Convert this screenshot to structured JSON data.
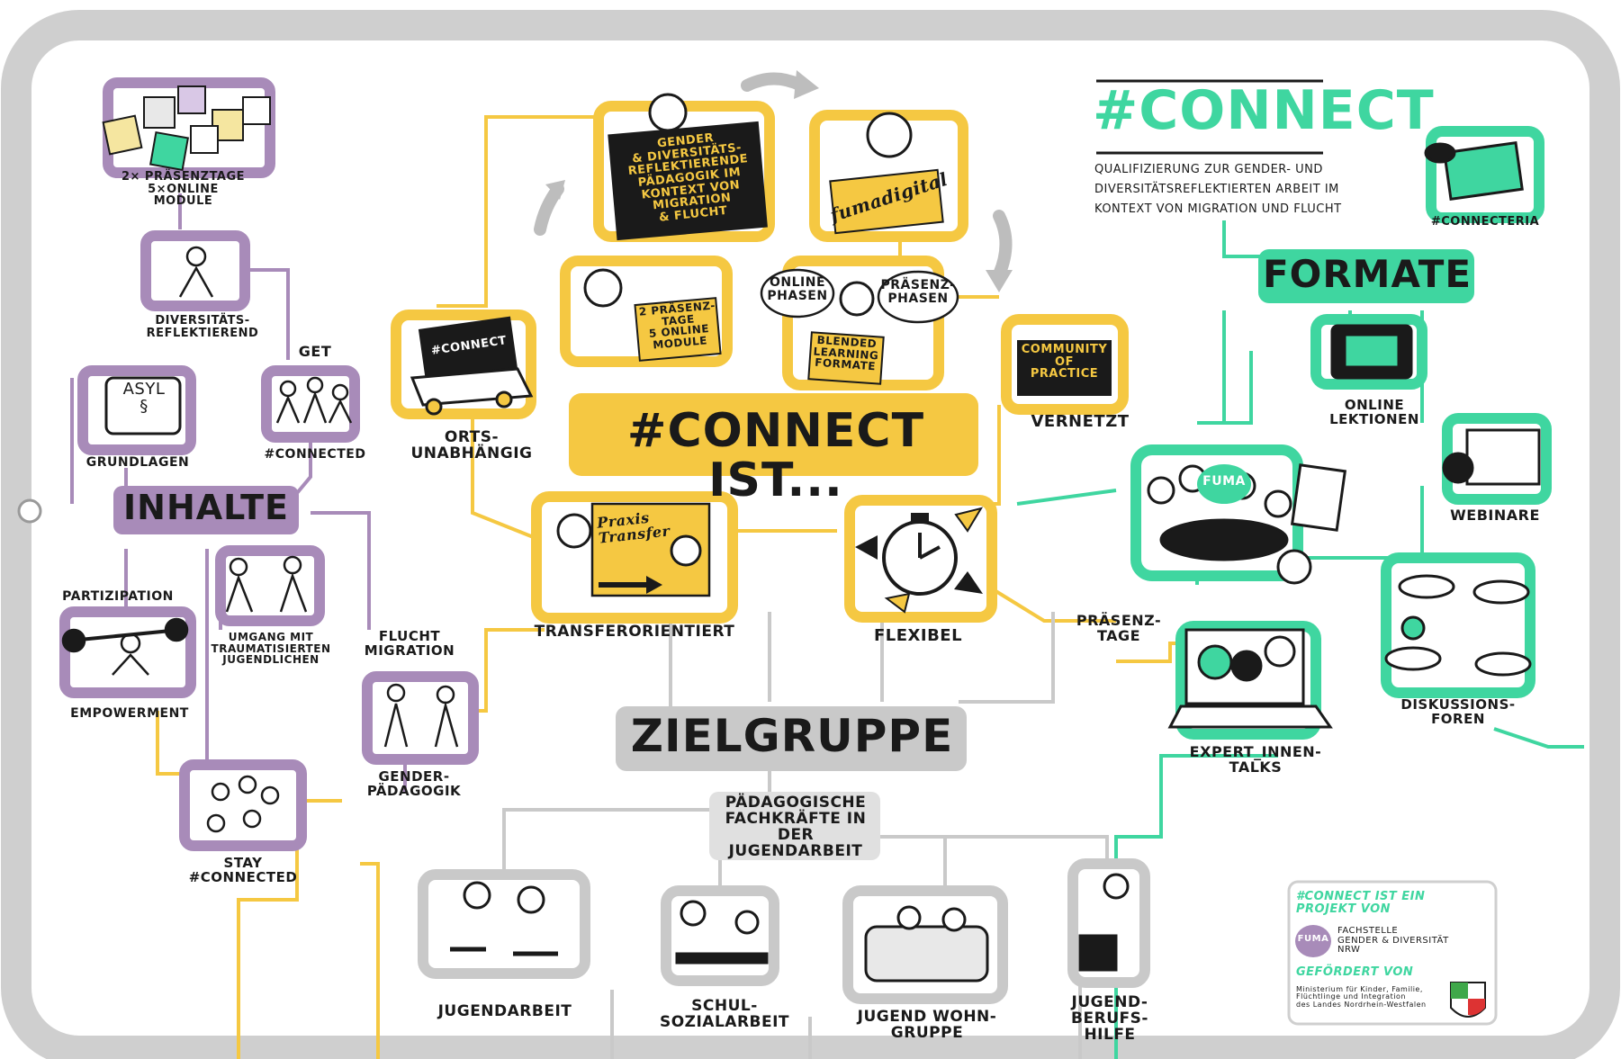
{
  "colors": {
    "yellow": "#f5c842",
    "purple": "#a88bb9",
    "green": "#3fd6a0",
    "gray": "#c9c9c9",
    "frame": "#cfcfcf",
    "ink": "#1a1a1a"
  },
  "header": {
    "title": "#CONNECT",
    "subtitle": "QUALIFIZIERUNG ZUR GENDER- UND\nDIVERSITÄTSREFLEKTIERTEN ARBEIT IM\nKONTEXT VON MIGRATION UND FLUCHT"
  },
  "center": {
    "title": "#CONNECT IST...",
    "items": {
      "board_text": "GENDER\n& DIVERSITÄTS-\nREFLEKTIERENDE\nPÄDAGOGIK IM\nKONTEXT VON\nMIGRATION\n& FLUCHT",
      "fumadigital": "fumadigital",
      "praesenztage": "2 PRÄSENZ-\nTAGE\n5 ONLINE\nMODULE",
      "online_phasen": "ONLINE\nPHASEN",
      "praesenz_phasen": "PRÄSENZ-\nPHASEN",
      "blended": "BLENDED\nLEARNING\nFORMATE",
      "laptop": "#CONNECT",
      "ortsunabhaengig": "ORTS-\nUNABHÄNGIG",
      "community": "COMMUNITY\nOF\nPRACTICE",
      "vernetzt": "VERNETZT",
      "praxis": "Praxis\nTransfer",
      "transferorientiert": "TRANSFERORIENTIERT",
      "flexibel": "FLEXIBEL"
    }
  },
  "inhalte": {
    "title": "INHALTE",
    "items": {
      "praesenztage": "2× PRÄSENZTAGE\n5×ONLINE\nMODULE",
      "diversitaet": "DIVERSITÄTS-\nREFLEKTIEREND",
      "asyl": "ASYL\n§",
      "grundlagen": "GRUNDLAGEN",
      "get": "GET",
      "connected": "#CONNECTED",
      "partizipation": "PARTIZIPATION",
      "empowerment": "EMPOWERMENT",
      "umgang": "UMGANG MIT\nTRAUMATISIERTEN\nJUGENDLICHEN",
      "flucht": "FLUCHT\nMIGRATION",
      "gender": "GENDER-\nPÄDAGOGIK",
      "stay": "STAY\n#CONNECTED"
    }
  },
  "formate": {
    "title": "FORMATE",
    "items": {
      "connecteria": "#CONNECTERIA",
      "online_lektionen": "ONLINE\nLEKTIONEN",
      "webinare": "WEBINARE",
      "fuma_sign": "FUMA",
      "praesenztage": "PRÄSENZ-\nTAGE",
      "diskussionsforen": "DISKUSSIONS-\nFOREN",
      "expert_talks": "EXPERT_INNEN-\nTALKS"
    }
  },
  "zielgruppe": {
    "title": "ZIELGRUPPE",
    "paedagogische": "PÄDAGOGISCHE\nFACHKRÄFTE IN DER\nJUGENDARBEIT",
    "items": {
      "jugendarbeit": "JUGENDARBEIT",
      "schulsozialarbeit": "SCHUL-\nSOZIALARBEIT",
      "jugendwohngruppe": "JUGEND WOHN-\nGRUPPE",
      "berufshilfe": "JUGEND-\nBERUFS-\nHILFE"
    }
  },
  "credits": {
    "projekt": "#CONNECT IST EIN\nPROJEKT VON",
    "fuma_logo": "FUMA",
    "fachstelle": "FACHSTELLE\nGENDER & DIVERSITÄT\nNRW",
    "gefoerdert": "GEFÖRDERT VON",
    "ministerium": "Ministerium für Kinder, Familie,\nFlüchtlinge und Integration\ndes Landes Nordrhein-Westfalen"
  }
}
